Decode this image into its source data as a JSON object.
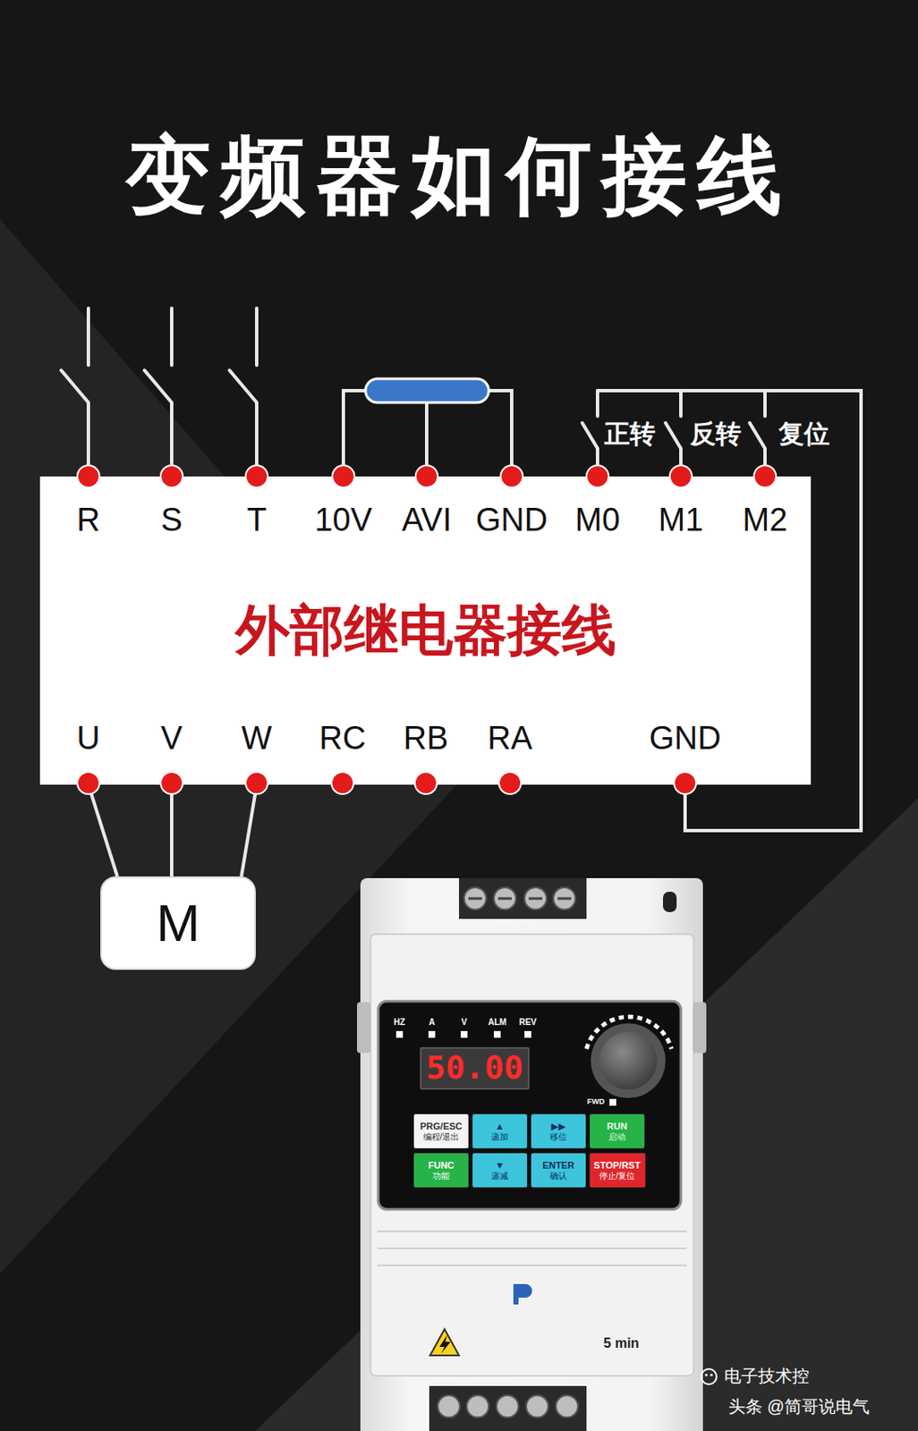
{
  "diagram": {
    "title": "变频器如何接线",
    "nodes": [
      {
        "text": [
          "外部继电器接线"
        ]
      },
      {
        "text": [
          "M"
        ]
      },
      {
        "text": [
          "50.00"
        ]
      },
      {
        "text": [
          "PRG/ESC",
          "编程/退出"
        ]
      },
      {
        "text": [
          "▲",
          "递加"
        ]
      },
      {
        "text": [
          "▶▶",
          "移位"
        ]
      },
      {
        "text": [
          "RUN",
          "启动"
        ]
      },
      {
        "text": [
          "FUNC",
          "功能"
        ]
      },
      {
        "text": [
          "▼",
          "递减"
        ]
      },
      {
        "text": [
          "ENTER",
          "确认"
        ]
      },
      {
        "text": [
          "STOP/RST",
          "停止/复位"
        ]
      }
    ],
    "edges": [
      {
        "from": 0,
        "to": 1,
        "arrow": "none"
      },
      {
        "from": 0,
        "to": 1,
        "arrow": "none"
      },
      {
        "from": 0,
        "to": 1,
        "arrow": "none"
      }
    ],
    "labels": [
      "正转",
      "反转",
      "复位",
      "R",
      "S",
      "T",
      "10V",
      "AVI",
      "GND",
      "M0",
      "M1",
      "M2",
      "U",
      "V",
      "W",
      "RC",
      "RB",
      "RA",
      "GND",
      "HZ",
      "A",
      "V",
      "ALM",
      "REV",
      "FWD",
      "5 min",
      "电子技术控",
      "头条 @简哥说电气"
    ]
  }
}
